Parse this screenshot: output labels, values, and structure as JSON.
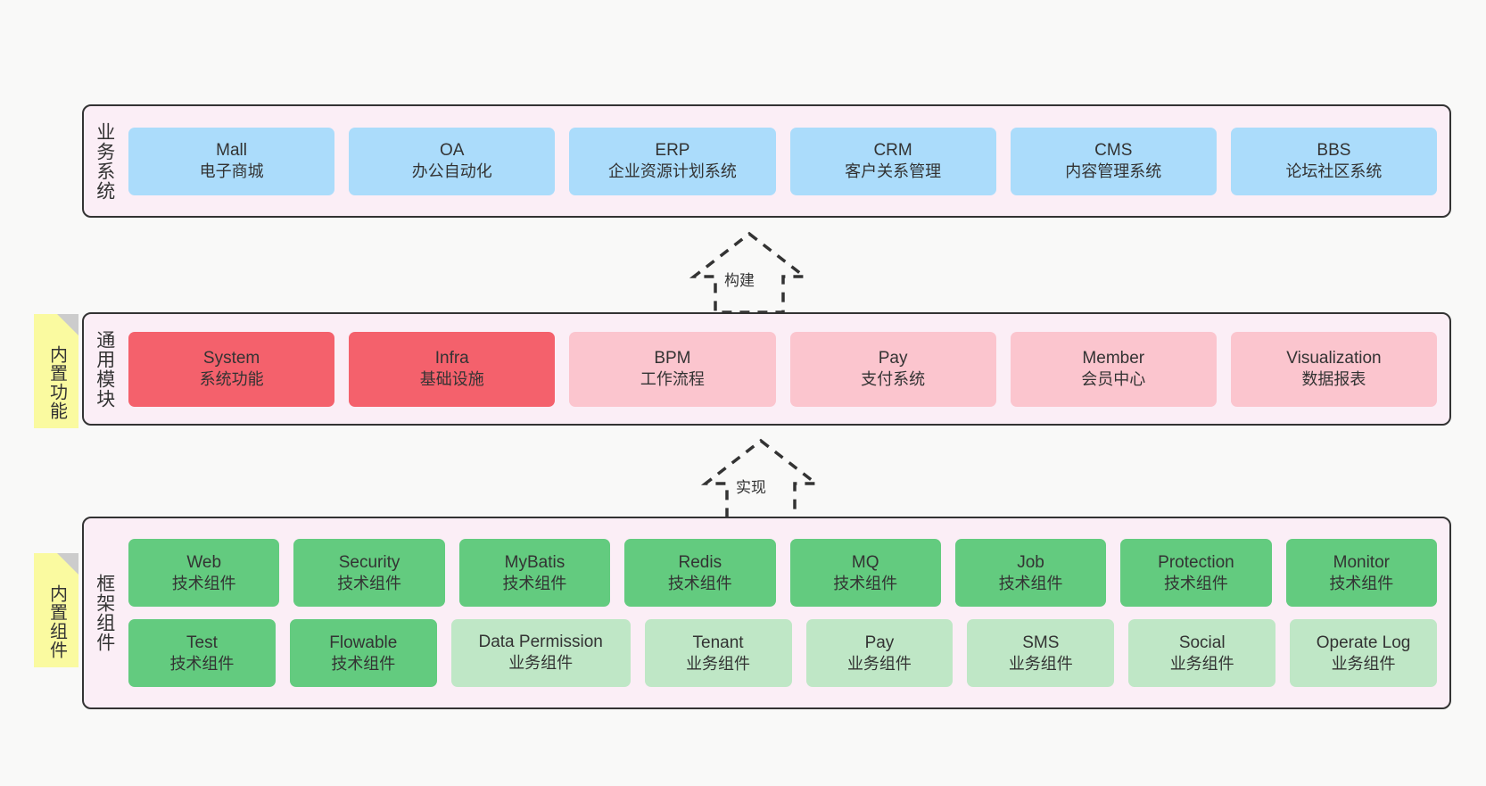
{
  "diagram": {
    "background": "#f9f9f8",
    "band_fill": "#fbeef6",
    "band_stroke": "#333333",
    "note_fill": "#fafaa0",
    "note_fold": "#cccccc",
    "colors": {
      "business": "#abdcfb",
      "module_light": "#fbc5ce",
      "module_highlight": "#f4616c",
      "tech_component": "#63cb7f",
      "biz_component": "#bfe7c6"
    }
  },
  "layers": {
    "business": {
      "title": "业务系统",
      "cards": [
        {
          "en": "Mall",
          "cn": "电子商城"
        },
        {
          "en": "OA",
          "cn": "办公自动化"
        },
        {
          "en": "ERP",
          "cn": "企业资源计划系统"
        },
        {
          "en": "CRM",
          "cn": "客户关系管理"
        },
        {
          "en": "CMS",
          "cn": "内容管理系统"
        },
        {
          "en": "BBS",
          "cn": "论坛社区系统"
        }
      ]
    },
    "modules": {
      "title": "通用模块",
      "note": "内置功能",
      "cards": [
        {
          "en": "System",
          "cn": "系统功能",
          "highlight": true
        },
        {
          "en": "Infra",
          "cn": "基础设施",
          "highlight": true
        },
        {
          "en": "BPM",
          "cn": "工作流程",
          "highlight": false
        },
        {
          "en": "Pay",
          "cn": "支付系统",
          "highlight": false
        },
        {
          "en": "Member",
          "cn": "会员中心",
          "highlight": false
        },
        {
          "en": "Visualization",
          "cn": "数据报表",
          "highlight": false
        }
      ]
    },
    "framework": {
      "title": "框架组件",
      "note": "内置组件",
      "row1": [
        {
          "en": "Web",
          "cn": "技术组件",
          "kind": "tech"
        },
        {
          "en": "Security",
          "cn": "技术组件",
          "kind": "tech"
        },
        {
          "en": "MyBatis",
          "cn": "技术组件",
          "kind": "tech"
        },
        {
          "en": "Redis",
          "cn": "技术组件",
          "kind": "tech"
        },
        {
          "en": "MQ",
          "cn": "技术组件",
          "kind": "tech"
        },
        {
          "en": "Job",
          "cn": "技术组件",
          "kind": "tech"
        },
        {
          "en": "Protection",
          "cn": "技术组件",
          "kind": "tech"
        },
        {
          "en": "Monitor",
          "cn": "技术组件",
          "kind": "tech"
        }
      ],
      "row2": [
        {
          "en": "Test",
          "cn": "技术组件",
          "kind": "tech"
        },
        {
          "en": "Flowable",
          "cn": "技术组件",
          "kind": "tech"
        },
        {
          "en": "Data Permission",
          "cn": "业务组件",
          "kind": "biz"
        },
        {
          "en": "Tenant",
          "cn": "业务组件",
          "kind": "biz"
        },
        {
          "en": "Pay",
          "cn": "业务组件",
          "kind": "biz"
        },
        {
          "en": "SMS",
          "cn": "业务组件",
          "kind": "biz"
        },
        {
          "en": "Social",
          "cn": "业务组件",
          "kind": "biz"
        },
        {
          "en": "Operate Log",
          "cn": "业务组件",
          "kind": "biz"
        }
      ]
    }
  },
  "connectors": [
    {
      "label": "构建",
      "name": "connector-build"
    },
    {
      "label": "实现",
      "name": "connector-implement"
    }
  ]
}
